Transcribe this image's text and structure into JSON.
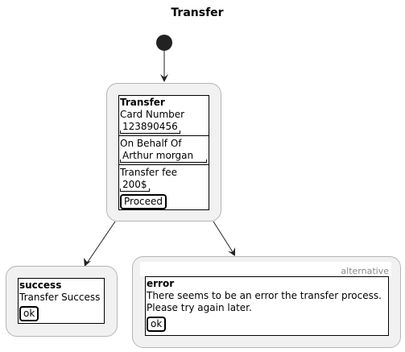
{
  "title": "Transfer",
  "transfer": {
    "header": "Transfer",
    "card_label": "Card Number",
    "card_value": "123890456",
    "behalf_label": "On Behalf Of",
    "behalf_value": "Arthur morgan",
    "fee_label": "Transfer fee",
    "fee_value": "200$",
    "proceed_label": "Proceed"
  },
  "success": {
    "header": "success",
    "message": "Transfer Success",
    "ok_label": "ok"
  },
  "error": {
    "tag": "alternative",
    "header": "error",
    "message_line1": "There seems to be an error the transfer process.",
    "message_line2": "Please try again later.",
    "ok_label": "ok"
  }
}
